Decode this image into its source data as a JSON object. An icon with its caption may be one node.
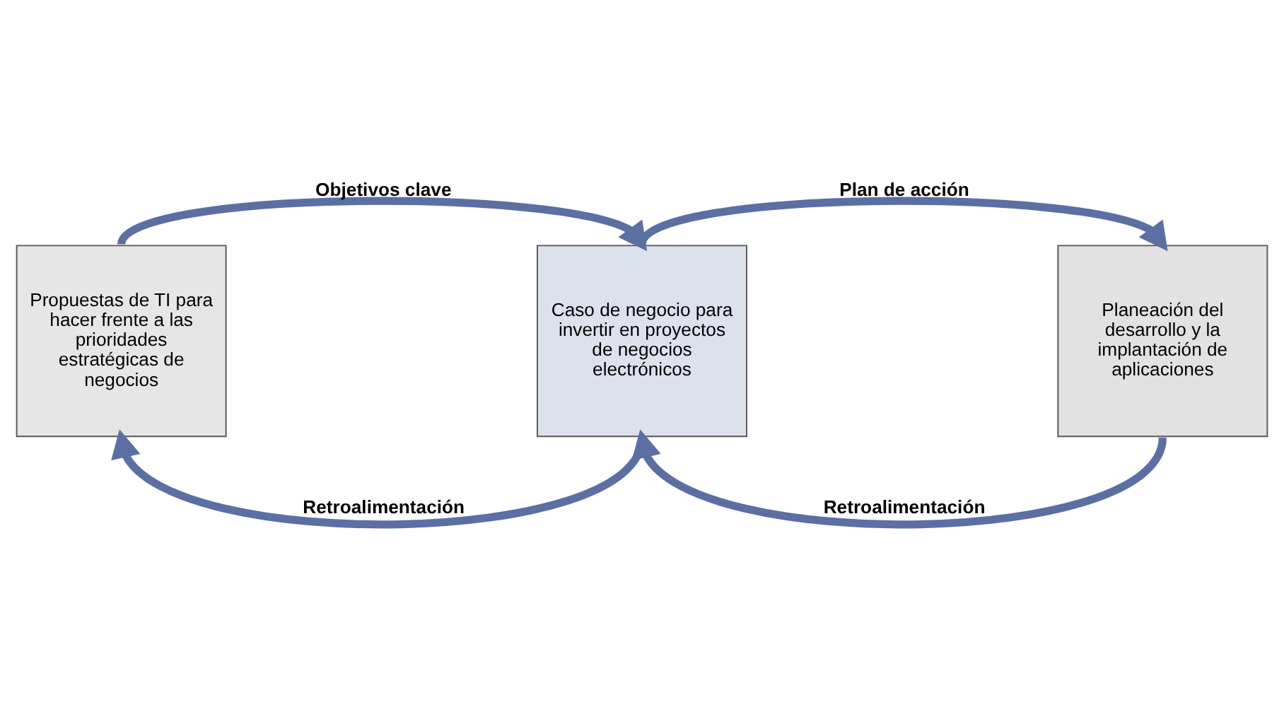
{
  "diagram": {
    "nodes": [
      {
        "text": [
          "Propuestas de TI para hacer frente a las prioridades estratégicas de negocios"
        ]
      },
      {
        "text": [
          "Caso de negocio para invertir en proyectos de negocios electrónicos"
        ]
      },
      {
        "text": [
          "Planeación del desarrollo y la implantación de aplicaciones"
        ]
      }
    ],
    "edges": [
      {
        "from": 0,
        "to": 1,
        "arrow": "to",
        "label": "Objetivos clave"
      },
      {
        "from": 1,
        "to": 2,
        "arrow": "to",
        "label": "Plan de acción"
      },
      {
        "from": 1,
        "to": 0,
        "arrow": "to",
        "label": "Retroalimentación"
      },
      {
        "from": 2,
        "to": 1,
        "arrow": "to",
        "label": "Retroalimentación"
      }
    ]
  }
}
